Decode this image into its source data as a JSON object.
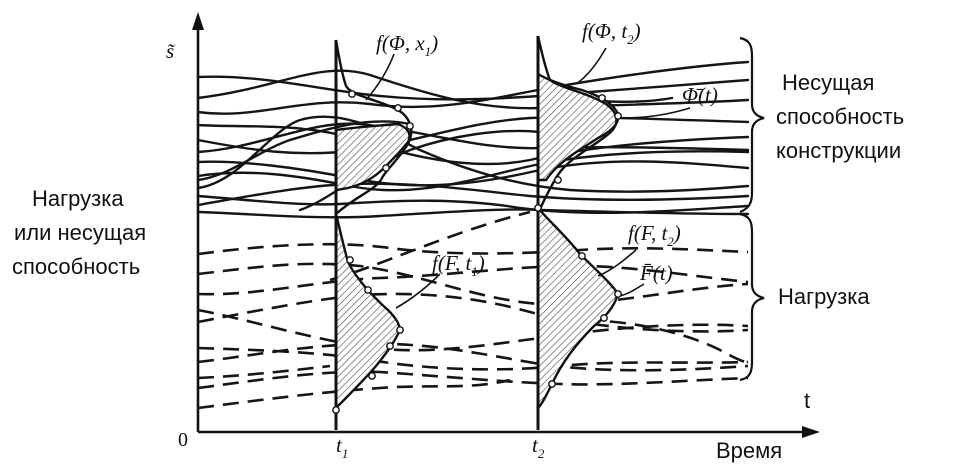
{
  "axes": {
    "y_label": "s̃",
    "origin": "0",
    "x_label": "t",
    "time_label": "Время"
  },
  "ticks": {
    "t1_base": "t",
    "t1_sub": "1",
    "t2_base": "t",
    "t2_sub": "2"
  },
  "left_label": {
    "line1": "Нагрузка",
    "line2": "или несущая",
    "line3": "способность"
  },
  "capacity_group": {
    "line1": "Несущая",
    "line2": "способность",
    "line3": "конструкции"
  },
  "load_group": {
    "label": "Нагрузка"
  },
  "annotations": {
    "f_phi_x1": {
      "pre": "f(Φ, x",
      "sub": "1",
      "post": ")"
    },
    "f_phi_t2": {
      "pre": "f(Φ, t",
      "sub": "2",
      "post": ")"
    },
    "phi_bar_t": {
      "text": "Φ̄(t)"
    },
    "f_F_t1": {
      "pre": "f(F, t",
      "sub": "1",
      "post": ")"
    },
    "f_F_t2": {
      "pre": "f(F, t",
      "sub": "2",
      "post": ")"
    },
    "F_bar_t": {
      "text": "F̄(t)"
    }
  },
  "curve_style": {
    "capacity": "solid",
    "load": "dashed",
    "line_color": "#151515",
    "background": "#ffffff"
  }
}
